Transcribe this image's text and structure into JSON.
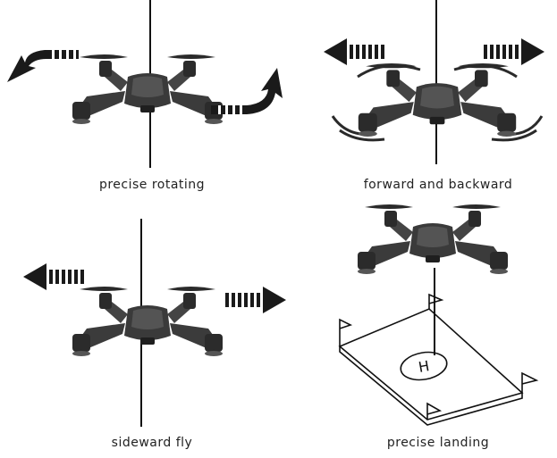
{
  "panels": [
    {
      "id": "rotating",
      "caption": "precise rotating"
    },
    {
      "id": "forward",
      "caption": "forward and backward"
    },
    {
      "id": "sideward",
      "caption": "sideward fly"
    },
    {
      "id": "landing",
      "caption": "precise landing",
      "pad_letter": "H"
    }
  ],
  "colors": {
    "drone_body": "#3b3b3b",
    "drone_dark": "#1f1f1f",
    "arrow": "#1a1a1a",
    "line": "#111111"
  },
  "icons": [
    "drone",
    "curved-arrow",
    "striped-arrow",
    "landing-pad",
    "flag"
  ]
}
